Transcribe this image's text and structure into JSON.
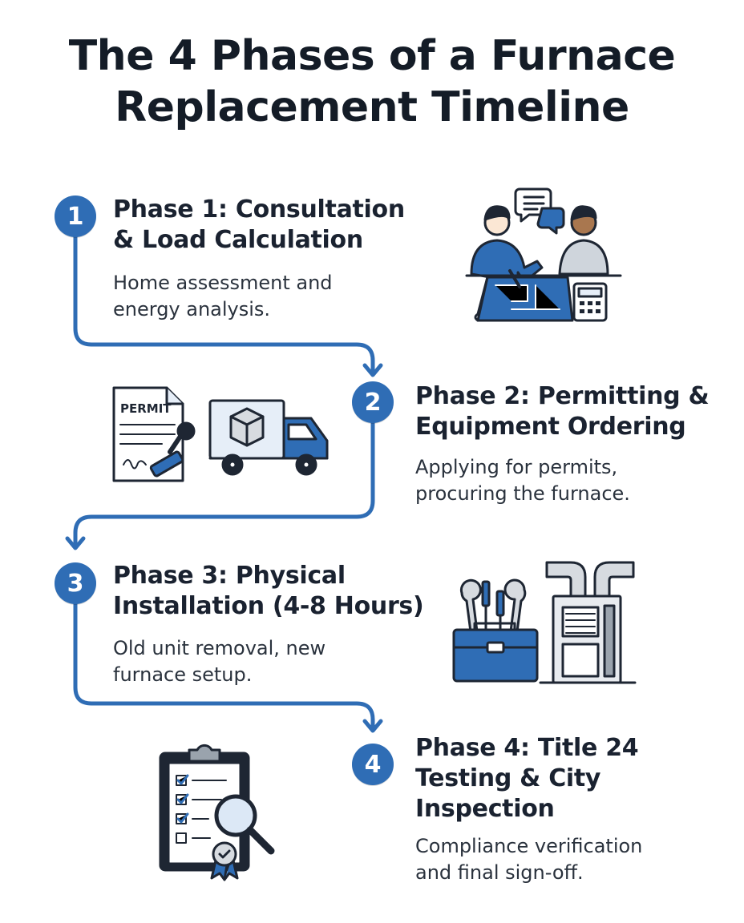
{
  "title": {
    "line1": "The 4 Phases of a Furnace",
    "line2": "Replacement Timeline"
  },
  "colors": {
    "accent": "#2f6db5",
    "accent_dark": "#1f4f8f",
    "outline": "#1e2633",
    "light_blue": "#e6eef8",
    "gray": "#d7dbe0",
    "text": "#1a2230"
  },
  "phases": [
    {
      "number": "1",
      "title_line1": "Phase 1: Consultation",
      "title_line2": "& Load Calculation",
      "desc_line1": "Home assessment and",
      "desc_line2": "energy analysis.",
      "icon": "consultation-icon"
    },
    {
      "number": "2",
      "title_line1": "Phase 2: Permitting &",
      "title_line2": "Equipment Ordering",
      "desc_line1": "Applying for permits,",
      "desc_line2": "procuring the furnace.",
      "icon": "permit-delivery-icon",
      "permit_label": "PERMIT"
    },
    {
      "number": "3",
      "title_line1": "Phase 3: Physical",
      "title_line2": "Installation (4-8 Hours)",
      "desc_line1": "Old unit removal, new",
      "desc_line2": "furnace setup.",
      "icon": "toolbox-furnace-icon"
    },
    {
      "number": "4",
      "title_line1": "Phase 4: Title 24",
      "title_line2": "Testing & City",
      "title_line3": "Inspection",
      "desc_line1": "Compliance verification",
      "desc_line2": "and final sign-off.",
      "icon": "inspection-clipboard-icon"
    }
  ]
}
